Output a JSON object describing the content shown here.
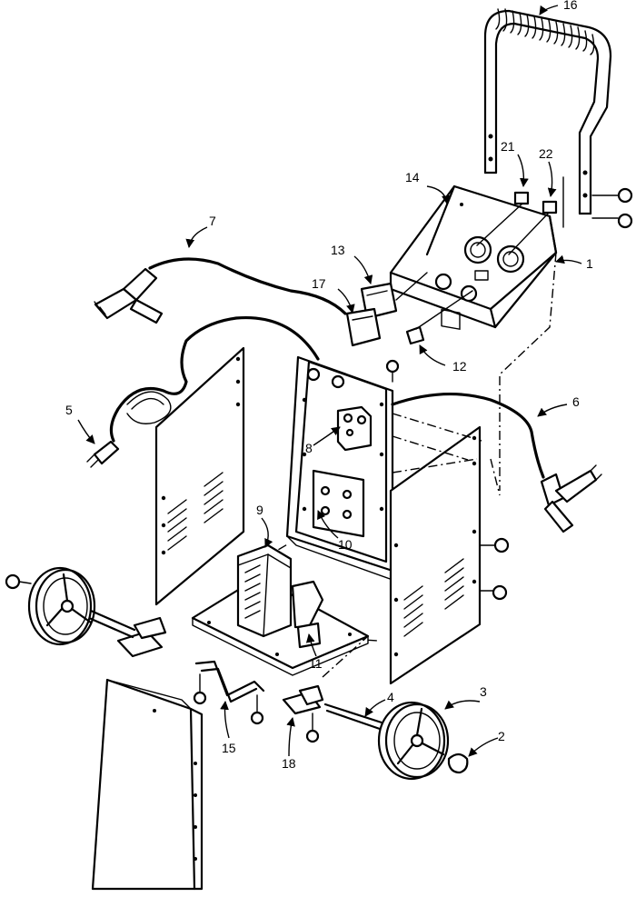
{
  "callouts": [
    {
      "id": "1",
      "text": "1"
    },
    {
      "id": "2",
      "text": "2"
    },
    {
      "id": "3",
      "text": "3"
    },
    {
      "id": "4",
      "text": "4"
    },
    {
      "id": "5",
      "text": "5"
    },
    {
      "id": "6",
      "text": "6"
    },
    {
      "id": "7",
      "text": "7"
    },
    {
      "id": "8",
      "text": "8"
    },
    {
      "id": "9",
      "text": "9"
    },
    {
      "id": "10",
      "text": "10"
    },
    {
      "id": "11",
      "text": "11"
    },
    {
      "id": "12",
      "text": "12"
    },
    {
      "id": "13",
      "text": "13"
    },
    {
      "id": "14",
      "text": "14"
    },
    {
      "id": "15",
      "text": "15"
    },
    {
      "id": "16",
      "text": "16"
    },
    {
      "id": "17",
      "text": "17"
    },
    {
      "id": "18",
      "text": "18"
    },
    {
      "id": "21",
      "text": "21"
    },
    {
      "id": "22",
      "text": "22"
    }
  ]
}
